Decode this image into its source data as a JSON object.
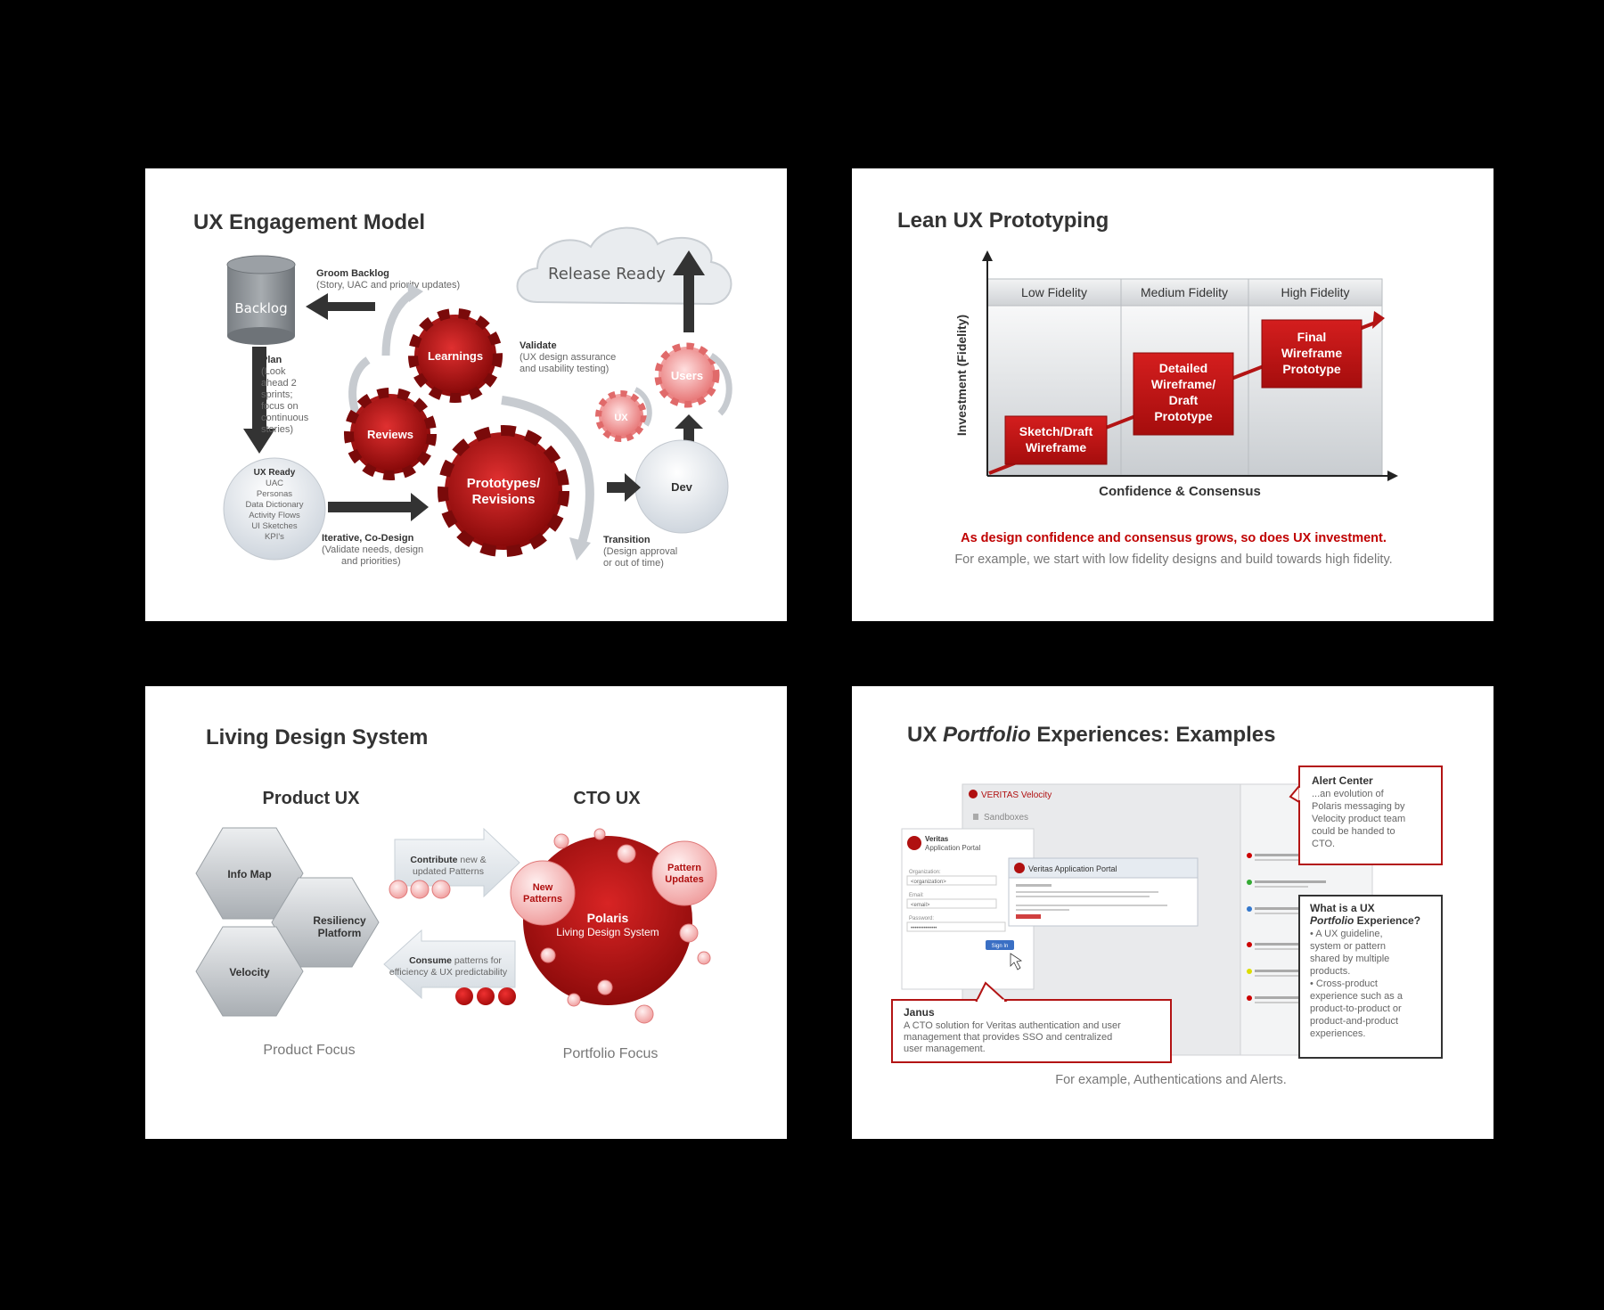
{
  "slides": {
    "engagement": {
      "title": "UX Engagement Model",
      "backlog": "Backlog",
      "release_ready": "Release Ready",
      "groom_title": "Groom Backlog",
      "groom_desc": "(Story, UAC and priority updates)",
      "validate_title": "Validate",
      "validate_desc1": "(UX design assurance",
      "validate_desc2": "and usability testing)",
      "plan_title": "Plan",
      "plan_lines": [
        "(Look",
        "ahead 2",
        "sprints;",
        "focus on",
        "continuous",
        "stories)"
      ],
      "learnings": "Learnings",
      "reviews": "Reviews",
      "prototypes1": "Prototypes/",
      "prototypes2": "Revisions",
      "users": "Users",
      "ux": "UX",
      "dev": "Dev",
      "ux_ready_title": "UX Ready",
      "ux_ready_lines": [
        "UAC",
        "Personas",
        "Data Dictionary",
        "Activity Flows",
        "UI Sketches",
        "KPI's"
      ],
      "iterative_title": "Iterative, Co-Design",
      "iterative_desc1": "(Validate needs, design",
      "iterative_desc2": "and priorities)",
      "transition_title": "Transition",
      "transition_desc1": "(Design approval",
      "transition_desc2": "or out of time)"
    },
    "lean": {
      "title": "Lean UX Prototyping",
      "columns": [
        "Low Fidelity",
        "Medium Fidelity",
        "High Fidelity"
      ],
      "y_axis": "Investment (Fidelity)",
      "x_axis": "Confidence & Consensus",
      "box1": [
        "Sketch/Draft",
        "Wireframe"
      ],
      "box2": [
        "Detailed",
        "Wireframe/",
        "Draft",
        "Prototype"
      ],
      "box3": [
        "Final",
        "Wireframe",
        "Prototype"
      ],
      "highlight": "As design confidence and consensus grows, so does UX investment",
      "highlight_end": ".",
      "note": "For example, we start with low fidelity designs and build towards high fidelity."
    },
    "design_system": {
      "title": "Living Design System",
      "product_ux": "Product UX",
      "cto_ux": "CTO UX",
      "info_map": "Info Map",
      "resiliency1": "Resiliency",
      "resiliency2": "Platform",
      "velocity": "Velocity",
      "contribute_bold": "Contribute",
      "contribute_rest": " new &",
      "contribute_line2": "updated Patterns",
      "consume_bold": "Consume",
      "consume_rest": " patterns for",
      "consume_line2": "efficiency & UX predictability",
      "new_patterns1": "New",
      "new_patterns2": "Patterns",
      "pattern_updates1": "Pattern",
      "pattern_updates2": "Updates",
      "polaris": "Polaris",
      "polaris_sub": "Living Design System",
      "product_focus": "Product Focus",
      "portfolio_focus": "Portfolio Focus"
    },
    "portfolio": {
      "title_pre": "UX ",
      "title_em": "Portfolio",
      "title_post": " Experiences: Examples",
      "veritas_velocity": "VERITAS Velocity",
      "sandboxes": "Sandboxes",
      "login_brand": "Veritas",
      "login_sub": "Application Portal",
      "org_label": "Organization:",
      "org_value": "<organization>",
      "email_label": "Email:",
      "email_value": "<email>",
      "password_label": "Password:",
      "password_value": "••••••••••••••",
      "sign_in": "Sign In",
      "portal_header": "Veritas Application Portal",
      "alert_center_title": "Alert Center",
      "alert_center_desc": [
        "...an evolution of",
        "Polaris messaging by",
        "Velocity product team",
        "could be handed to",
        "CTO."
      ],
      "what_is_title": "What is a UX",
      "what_is_em": "Portfolio",
      "what_is_title2": " Experience?",
      "what_is_lines": [
        "• A UX guideline,",
        "system or pattern",
        "shared by multiple",
        "products.",
        "• Cross-product",
        "experience such as a",
        "product-to-product or",
        "product-and-product",
        "experiences."
      ],
      "janus_title": "Janus",
      "janus_lines": [
        "A CTO solution for Veritas authentication and user",
        "management that provides SSO and centralized",
        "user management."
      ],
      "note": "For example, Authentications and Alerts."
    }
  }
}
